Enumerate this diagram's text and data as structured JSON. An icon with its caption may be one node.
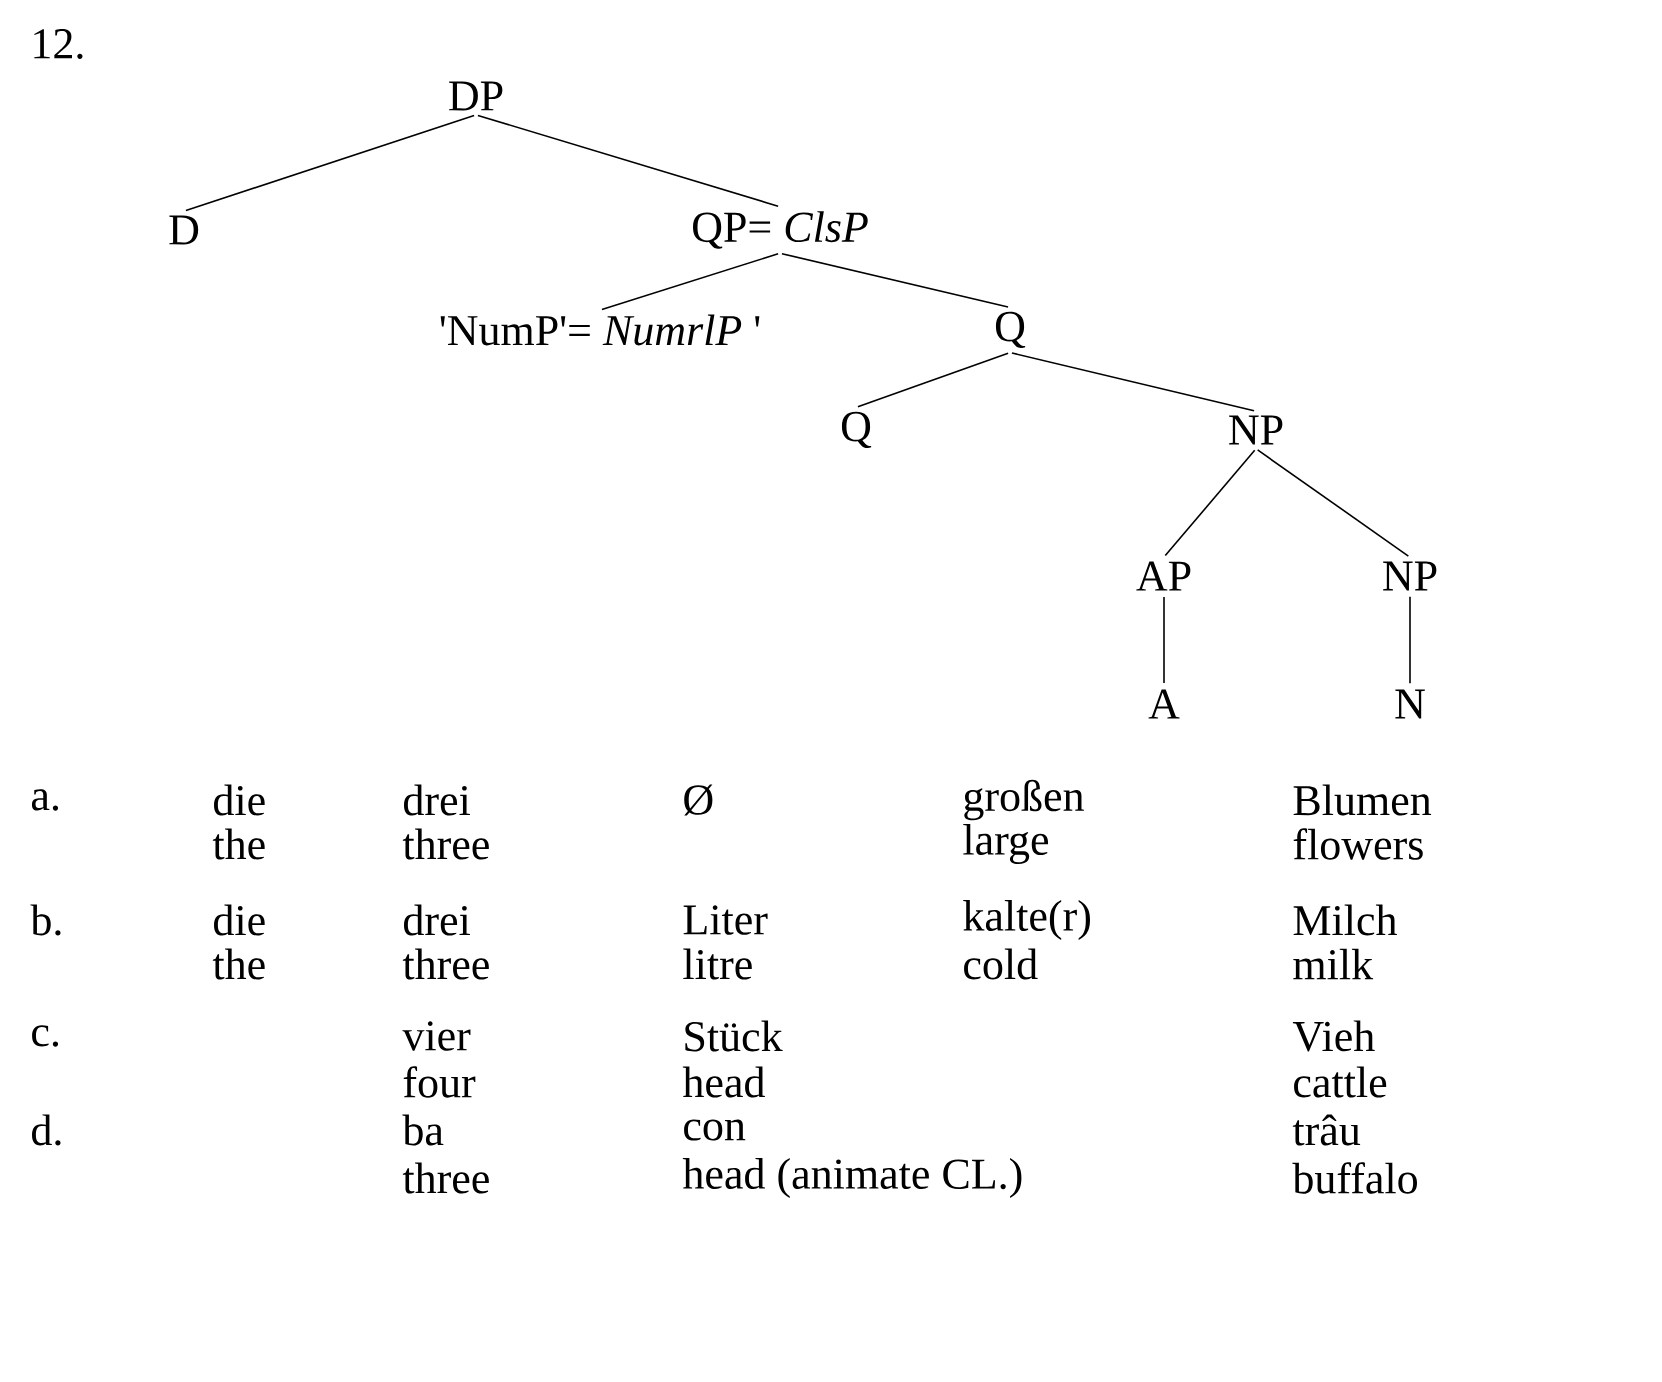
{
  "diagram": {
    "nodes": [
      {
        "text": [
          "DP"
        ]
      },
      {
        "text": [
          "D"
        ]
      },
      {
        "text": [
          "QP= *ClsP*"
        ]
      },
      {
        "text": [
          "'NumP'= *NumrlP* '"
        ]
      },
      {
        "text": [
          "Q"
        ]
      },
      {
        "text": [
          "Q"
        ]
      },
      {
        "text": [
          "NP"
        ]
      },
      {
        "text": [
          "AP"
        ]
      },
      {
        "text": [
          "NP"
        ]
      },
      {
        "text": [
          "A"
        ]
      },
      {
        "text": [
          "N"
        ]
      }
    ],
    "edges": [
      {
        "from": 0,
        "to": 1,
        "arrow": "none"
      },
      {
        "from": 0,
        "to": 2,
        "arrow": "none"
      },
      {
        "from": 2,
        "to": 3,
        "arrow": "none"
      },
      {
        "from": 2,
        "to": 4,
        "arrow": "none"
      },
      {
        "from": 4,
        "to": 5,
        "arrow": "none"
      },
      {
        "from": 4,
        "to": 6,
        "arrow": "none"
      },
      {
        "from": 6,
        "to": 7,
        "arrow": "none"
      },
      {
        "from": 6,
        "to": 8,
        "arrow": "none"
      },
      {
        "from": 7,
        "to": 9,
        "arrow": "none"
      },
      {
        "from": 8,
        "to": 10,
        "arrow": "none"
      }
    ],
    "labels": [
      "12.",
      "a.",
      "die",
      "drei",
      "Ø",
      "großen",
      "Blumen",
      "the",
      "three",
      "large",
      "flowers",
      "b.",
      "die",
      "drei",
      "Liter",
      "kalte(r)",
      "Milch",
      "the",
      "three",
      "litre",
      "cold",
      "milk",
      "c.",
      "vier",
      "Stück",
      "Vieh",
      "four",
      "head",
      "cattle",
      "d.",
      "ba",
      "con",
      "trâu",
      "three",
      "head (animate CL.)",
      "buffalo"
    ]
  }
}
